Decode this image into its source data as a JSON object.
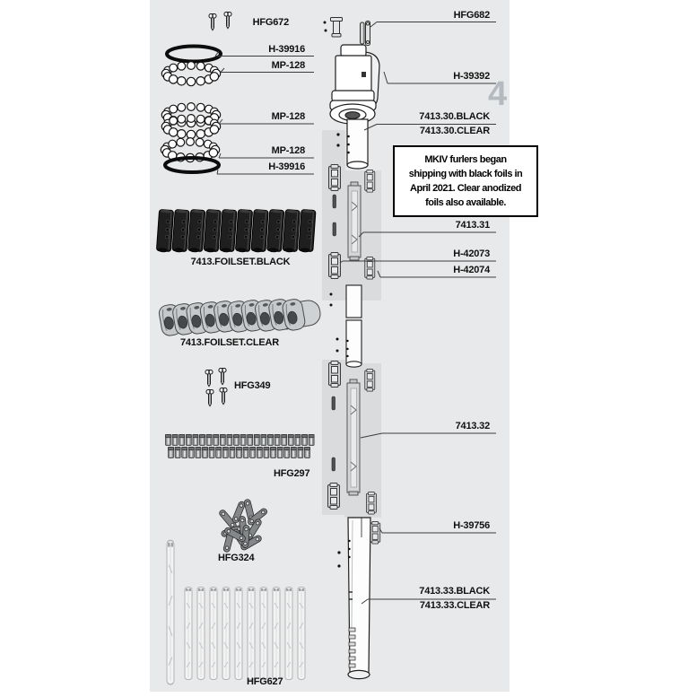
{
  "page": {
    "watermark": "4"
  },
  "colors": {
    "panel_background": "#e8e9ea",
    "connector_band": "#d9dbdc",
    "watermark_gray": "#b5bac0",
    "foil_black": "#1f1f1f",
    "line_color": "#3d3d3d"
  },
  "labels": {
    "hfg672": "HFG672",
    "h39916_top": "H-39916",
    "mp128_top": "MP-128",
    "mp128_mid": "MP-128",
    "mp128_low": "MP-128",
    "h39916_low": "H-39916",
    "foilset_black": "7413.FOILSET.BLACK",
    "foilset_clear": "7413.FOILSET.CLEAR",
    "hfg349": "HFG349",
    "hfg297": "HFG297",
    "hfg324": "HFG324",
    "hfg627": "HFG627",
    "hfg682": "HFG682",
    "h39392": "H-39392",
    "p7413_30_black": "7413.30.BLACK",
    "p7413_30_clear": "7413.30.CLEAR",
    "p7413_31": "7413.31",
    "h42073": "H-42073",
    "h42074": "H-42074",
    "p7413_32": "7413.32",
    "h39756": "H-39756",
    "p7413_33_black": "7413.33.BLACK",
    "p7413_33_clear": "7413.33.CLEAR"
  },
  "note": {
    "lines": [
      "MKIV furlers began",
      "shipping with black foils in",
      "April 2021. Clear anodized",
      "foils also available."
    ]
  }
}
